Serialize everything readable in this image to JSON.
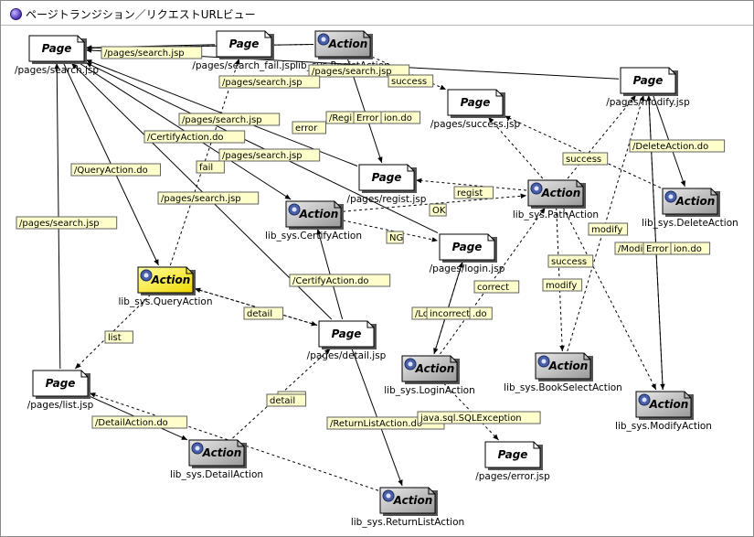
{
  "window": {
    "title": "ページトランジション／リクエストURLビュー"
  },
  "nodes": [
    {
      "id": "search",
      "type": "page",
      "label": "Page",
      "caption": "/pages/search.jsp"
    },
    {
      "id": "search_fail",
      "type": "page",
      "label": "Page",
      "caption": "/pages/search_fail.jsp"
    },
    {
      "id": "regist_action",
      "type": "action",
      "label": "Action",
      "caption": "lib_sys.RegistAction"
    },
    {
      "id": "modify_page",
      "type": "page",
      "label": "Page",
      "caption": "/pages/modify.jsp"
    },
    {
      "id": "success_page",
      "type": "page",
      "label": "Page",
      "caption": "/pages/success.jsp"
    },
    {
      "id": "regist_page",
      "type": "page",
      "label": "Page",
      "caption": "/pages/regist.jsp"
    },
    {
      "id": "path_action",
      "type": "action",
      "label": "Action",
      "caption": "lib_sys.PathAction"
    },
    {
      "id": "delete_action",
      "type": "action",
      "label": "Action",
      "caption": "lib_sys.DeleteAction"
    },
    {
      "id": "certify_action",
      "type": "action",
      "label": "Action",
      "caption": "lib_sys.CertifyAction"
    },
    {
      "id": "login_page",
      "type": "page",
      "label": "Page",
      "caption": "/pages/login.jsp"
    },
    {
      "id": "query_action",
      "type": "action",
      "label": "Action",
      "caption": "lib_sys.QueryAction",
      "selected": true
    },
    {
      "id": "detail_page",
      "type": "page",
      "label": "Page",
      "caption": "/pages/detail.jsp"
    },
    {
      "id": "list_page",
      "type": "page",
      "label": "Page",
      "caption": "/pages/list.jsp"
    },
    {
      "id": "login_action",
      "type": "action",
      "label": "Action",
      "caption": "lib_sys.LoginAction"
    },
    {
      "id": "bookselect_action",
      "type": "action",
      "label": "Action",
      "caption": "lib_sys.BookSelectAction"
    },
    {
      "id": "modify_action",
      "type": "action",
      "label": "Action",
      "caption": "lib_sys.ModifyAction"
    },
    {
      "id": "detail_action",
      "type": "action",
      "label": "Action",
      "caption": "lib_sys.DetailAction"
    },
    {
      "id": "error_page",
      "type": "page",
      "label": "Page",
      "caption": "/pages/error.jsp"
    },
    {
      "id": "returnlist_action",
      "type": "action",
      "label": "Action",
      "caption": "lib_sys.ReturnListAction"
    }
  ],
  "edges": [
    {
      "from": "search",
      "to": "query_action",
      "label": "/QueryAction.do",
      "style": "solid"
    },
    {
      "from": "query_action",
      "to": "search_fail",
      "label": "fail",
      "style": "dashed"
    },
    {
      "from": "query_action",
      "to": "list_page",
      "label": "list",
      "style": "dashed"
    },
    {
      "from": "query_action",
      "to": "detail_page",
      "label": "detail",
      "style": "dashed"
    },
    {
      "from": "list_page",
      "to": "search",
      "label": "/pages/search.jsp",
      "style": "solid"
    },
    {
      "from": "list_page",
      "to": "detail_action",
      "label": "/DetailAction.do",
      "style": "solid"
    },
    {
      "from": "detail_action",
      "to": "detail_page",
      "label": "detail",
      "style": "dashed"
    },
    {
      "from": "detail_page",
      "to": "query_action",
      "label": "list",
      "style": "dashed"
    },
    {
      "from": "detail_page",
      "to": "search",
      "label": "/pages/search.jsp",
      "style": "solid"
    },
    {
      "from": "detail_page",
      "to": "certify_action",
      "label": "/CertifyAction.do",
      "style": "solid"
    },
    {
      "from": "detail_page",
      "to": "returnlist_action",
      "label": "/ReturnListAction.do",
      "style": "solid"
    },
    {
      "from": "search_fail",
      "to": "search",
      "label": "/pages/search.jsp",
      "style": "solid"
    },
    {
      "from": "search",
      "to": "certify_action",
      "label": "/CertifyAction.do",
      "style": "solid"
    },
    {
      "from": "certify_action",
      "to": "path_action",
      "label": "OK",
      "style": "dashed"
    },
    {
      "from": "certify_action",
      "to": "login_page",
      "label": "NG",
      "style": "dashed"
    },
    {
      "from": "regist_action",
      "to": "search",
      "label": "/pages/search.jsp",
      "style": "solid"
    },
    {
      "from": "regist_action",
      "to": "regist_page",
      "label": "/RegistAction.do",
      "style": "solid"
    },
    {
      "from": "regist_action",
      "to": "search",
      "label": "error",
      "style": "dashed"
    },
    {
      "from": "regist_action",
      "to": "success_page",
      "label": "success",
      "style": "dashed"
    },
    {
      "from": "regist_page",
      "to": "search",
      "label": "/pages/search.jsp",
      "style": "solid"
    },
    {
      "from": "path_action",
      "to": "regist_page",
      "label": "regist",
      "style": "dashed"
    },
    {
      "from": "path_action",
      "to": "success_page",
      "label": "",
      "style": "dashed"
    },
    {
      "from": "path_action",
      "to": "modify_page",
      "label": "modify",
      "style": "dashed"
    },
    {
      "from": "path_action",
      "to": "bookselect_action",
      "label": "success",
      "style": "dashed"
    },
    {
      "from": "path_action",
      "to": "modify_action",
      "label": "",
      "style": "dashed"
    },
    {
      "from": "delete_action",
      "to": "success_page",
      "label": "success",
      "style": "dashed"
    },
    {
      "from": "modify_page",
      "to": "search",
      "label": "/pages/search.jsp",
      "style": "solid"
    },
    {
      "from": "modify_page",
      "to": "delete_action",
      "label": "/DeleteAction.do",
      "style": "solid"
    },
    {
      "from": "modify_page",
      "to": "modify_action",
      "label": "/ModifyAction.do",
      "style": "solid"
    },
    {
      "from": "modify_action",
      "to": "modify_page",
      "label": "error",
      "style": "dashed"
    },
    {
      "from": "login_page",
      "to": "search",
      "label": "/pages/search.jsp",
      "style": "solid"
    },
    {
      "from": "login_page",
      "to": "login_action",
      "label": "/LoginAction.do",
      "style": "solid"
    },
    {
      "from": "login_action",
      "to": "login_page",
      "label": "incorrect",
      "style": "dashed"
    },
    {
      "from": "login_action",
      "to": "path_action",
      "label": "correct",
      "style": "dashed"
    },
    {
      "from": "login_action",
      "to": "error_page",
      "label": "java.sql.SQLException",
      "style": "dashed"
    },
    {
      "from": "bookselect_action",
      "to": "modify_page",
      "label": "modify",
      "style": "dashed"
    },
    {
      "from": "returnlist_action",
      "to": "list_page",
      "label": "",
      "style": "dashed"
    }
  ],
  "floating_labels": [
    {
      "text": "/pages/search.jsp"
    },
    {
      "text": "/pages/search.jsp"
    },
    {
      "text": "/pages/search.jsp"
    },
    {
      "text": "/pages/search.jsp"
    },
    {
      "text": "/pages/search.jsp"
    },
    {
      "text": "/pages/search.jsp"
    },
    {
      "text": "/pages/search.jsp"
    },
    {
      "text": "/CertifyAction.do"
    },
    {
      "text": "/QueryAction.do"
    },
    {
      "text": "fail"
    },
    {
      "text": "/Regi"
    },
    {
      "text": "Error"
    },
    {
      "text": "ion.do"
    },
    {
      "text": "error"
    },
    {
      "text": "success"
    },
    {
      "text": "success"
    },
    {
      "text": "/DeleteAction.do"
    },
    {
      "text": "regist"
    },
    {
      "text": "OK"
    },
    {
      "text": "NG"
    },
    {
      "text": "modify"
    },
    {
      "text": "/Modi"
    },
    {
      "text": "Error"
    },
    {
      "text": "ion.do"
    },
    {
      "text": "success"
    },
    {
      "text": "modify"
    },
    {
      "text": "/CertifyAction.do"
    },
    {
      "text": "correct"
    },
    {
      "text": "/Lo"
    },
    {
      "text": "incorrect"
    },
    {
      "text": ".do"
    },
    {
      "text": "detail"
    },
    {
      "text": "list"
    },
    {
      "text": "list"
    },
    {
      "text": "detail"
    },
    {
      "text": "/DetailAction.do"
    },
    {
      "text": "/ReturnListAction.do"
    },
    {
      "text": "java.sql.SQLException"
    }
  ],
  "colors": {
    "page_fill": "#ffffff",
    "action_fill": "#c9c9c9",
    "selected_fill": "#ffff22",
    "label_fill": "#ffffcc",
    "label_border": "#606060"
  }
}
